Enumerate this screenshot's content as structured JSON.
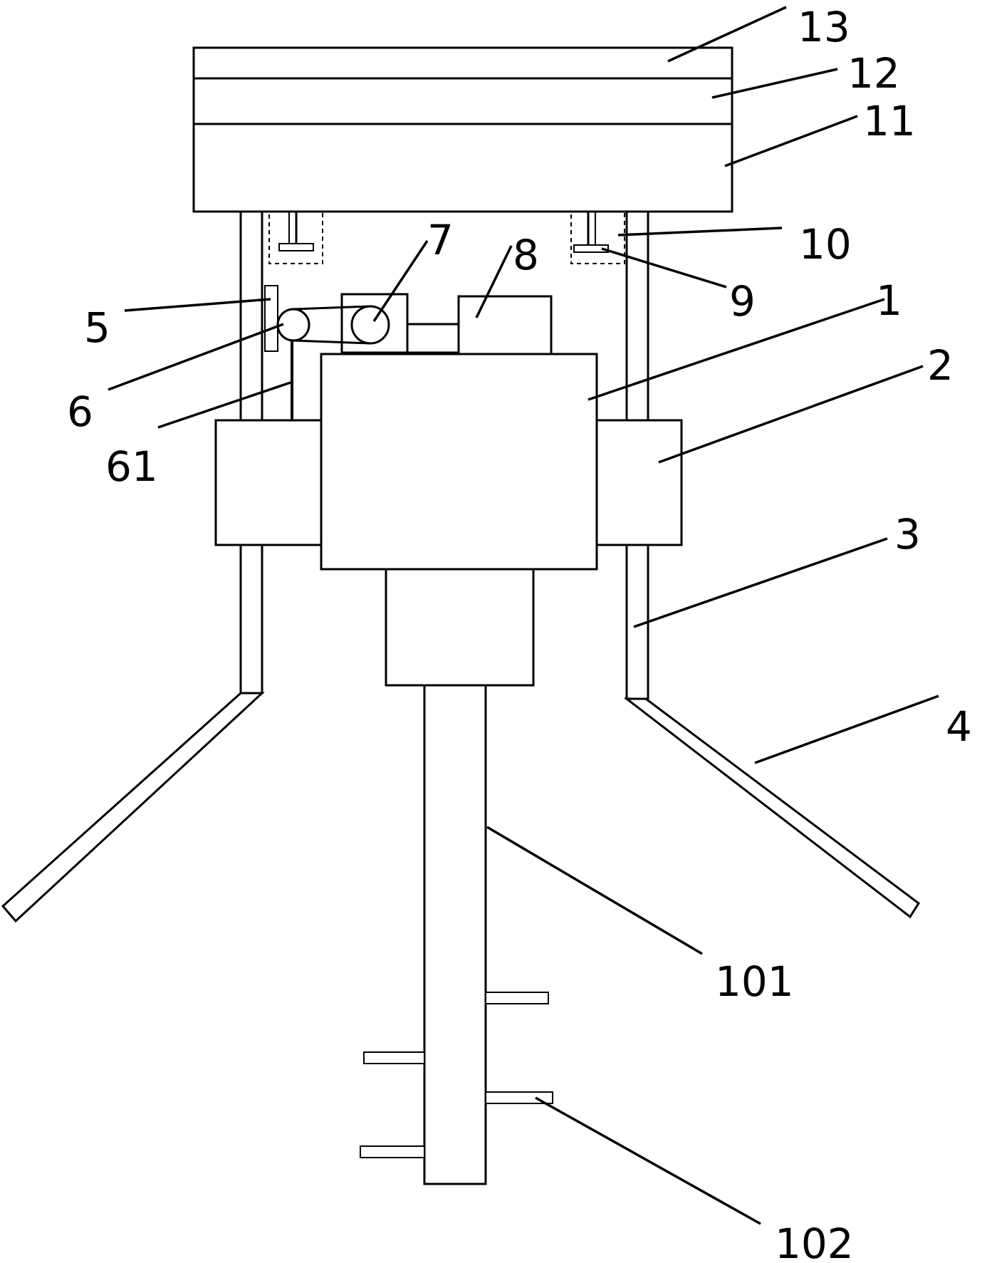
{
  "figure": {
    "labels": {
      "l13": "13",
      "l12": "12",
      "l11": "11",
      "l10": "10",
      "l9": "9",
      "l8": "8",
      "l7": "7",
      "l5": "5",
      "l6": "6",
      "l61": "61",
      "l1": "1",
      "l2": "2",
      "l3": "3",
      "l4": "4",
      "l101": "101",
      "l102": "102"
    }
  }
}
